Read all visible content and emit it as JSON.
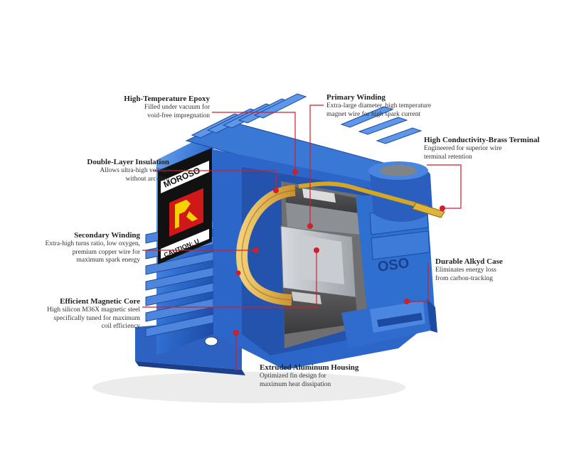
{
  "brand": {
    "badge": "MOROSO",
    "caution": "CAUTION: U",
    "fin_text": "OSO"
  },
  "callouts": {
    "epoxy": {
      "title": "High-Temperature Epoxy",
      "lines": [
        "Filled under vacuum for",
        "void-free impregnation"
      ]
    },
    "insulation": {
      "title": "Double-Layer Insulation",
      "lines": [
        "Allows ultra-high voltage",
        "without arc-thru"
      ]
    },
    "secondary": {
      "title": "Secondary Winding",
      "lines": [
        "Extra-high turns ratio, low oxygen,",
        "premium copper wire for",
        "maximum spark energy"
      ]
    },
    "core": {
      "title": "Efficient Magnetic Core",
      "lines": [
        "High silicon M36X magnetic steel",
        "specifically tuned for maximum",
        "coil efficiency"
      ]
    },
    "primary": {
      "title": "Primary Winding",
      "lines": [
        "Extra-large diameter, high temperature",
        "magnet wire for high spark current"
      ]
    },
    "terminal": {
      "title": "High Conductivity-Brass Terminal",
      "lines": [
        "Engineered for superior wire",
        "terminal retention"
      ]
    },
    "case": {
      "title": "Durable Alkyd Case",
      "lines": [
        "Eliminates energy loss",
        "from carbon-tracking"
      ]
    },
    "housing": {
      "title": "Extruded Aluminum Housing",
      "lines": [
        "Optimized fin design for",
        "maximum heat dissipation"
      ]
    }
  },
  "colors": {
    "housing_blue": "#2f6ecf",
    "housing_light": "#5b95e6",
    "housing_dark": "#1f4ea8",
    "cut_gray": "#b8bcc2",
    "winding_gold": "#e2b04a",
    "leader_red": "#d11f2a",
    "logo_red": "#d01818"
  }
}
